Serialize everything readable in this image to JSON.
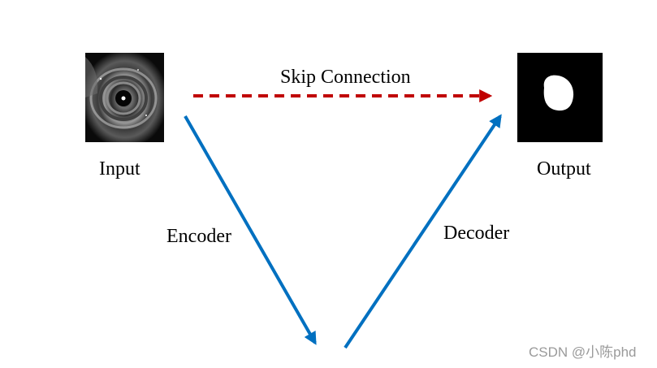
{
  "labels": {
    "input": "Input",
    "output": "Output",
    "skip_connection": "Skip Connection",
    "encoder": "Encoder",
    "decoder": "Decoder"
  },
  "watermark": "CSDN @小陈phd",
  "colors": {
    "skip_arrow": "#c00000",
    "encoder_decoder_arrow": "#0070c0",
    "image_background": "#000000",
    "mask_foreground": "#ffffff"
  },
  "images": {
    "input": "ultrasound-scan",
    "output": "segmentation-mask"
  }
}
